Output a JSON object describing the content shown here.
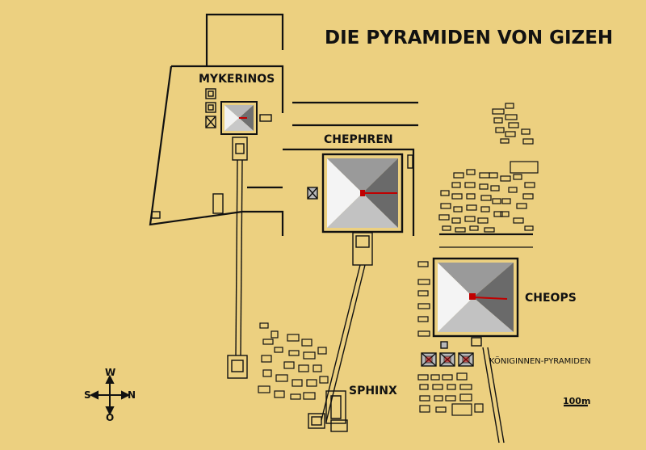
{
  "title": "DIE PYRAMIDEN VON GIZEH",
  "pyramids": {
    "mykerinos": "MYKERINOS",
    "chephren": "CHEPHREN",
    "cheops": "CHEOPS",
    "queens": "KÖNIGINNEN-PYRAMIDEN"
  },
  "sphinx": "SPHINX",
  "compass": {
    "w": "W",
    "s": "S",
    "n": "N",
    "o": "O"
  },
  "scale": {
    "label": "100m"
  },
  "colors": {
    "background": "#ecd080",
    "pyramid_light": "#f2f2f2",
    "pyramid_mid": "#b8b8b8",
    "pyramid_dark": "#6f6f6f",
    "passage": "#c00000",
    "ink": "#111111"
  }
}
